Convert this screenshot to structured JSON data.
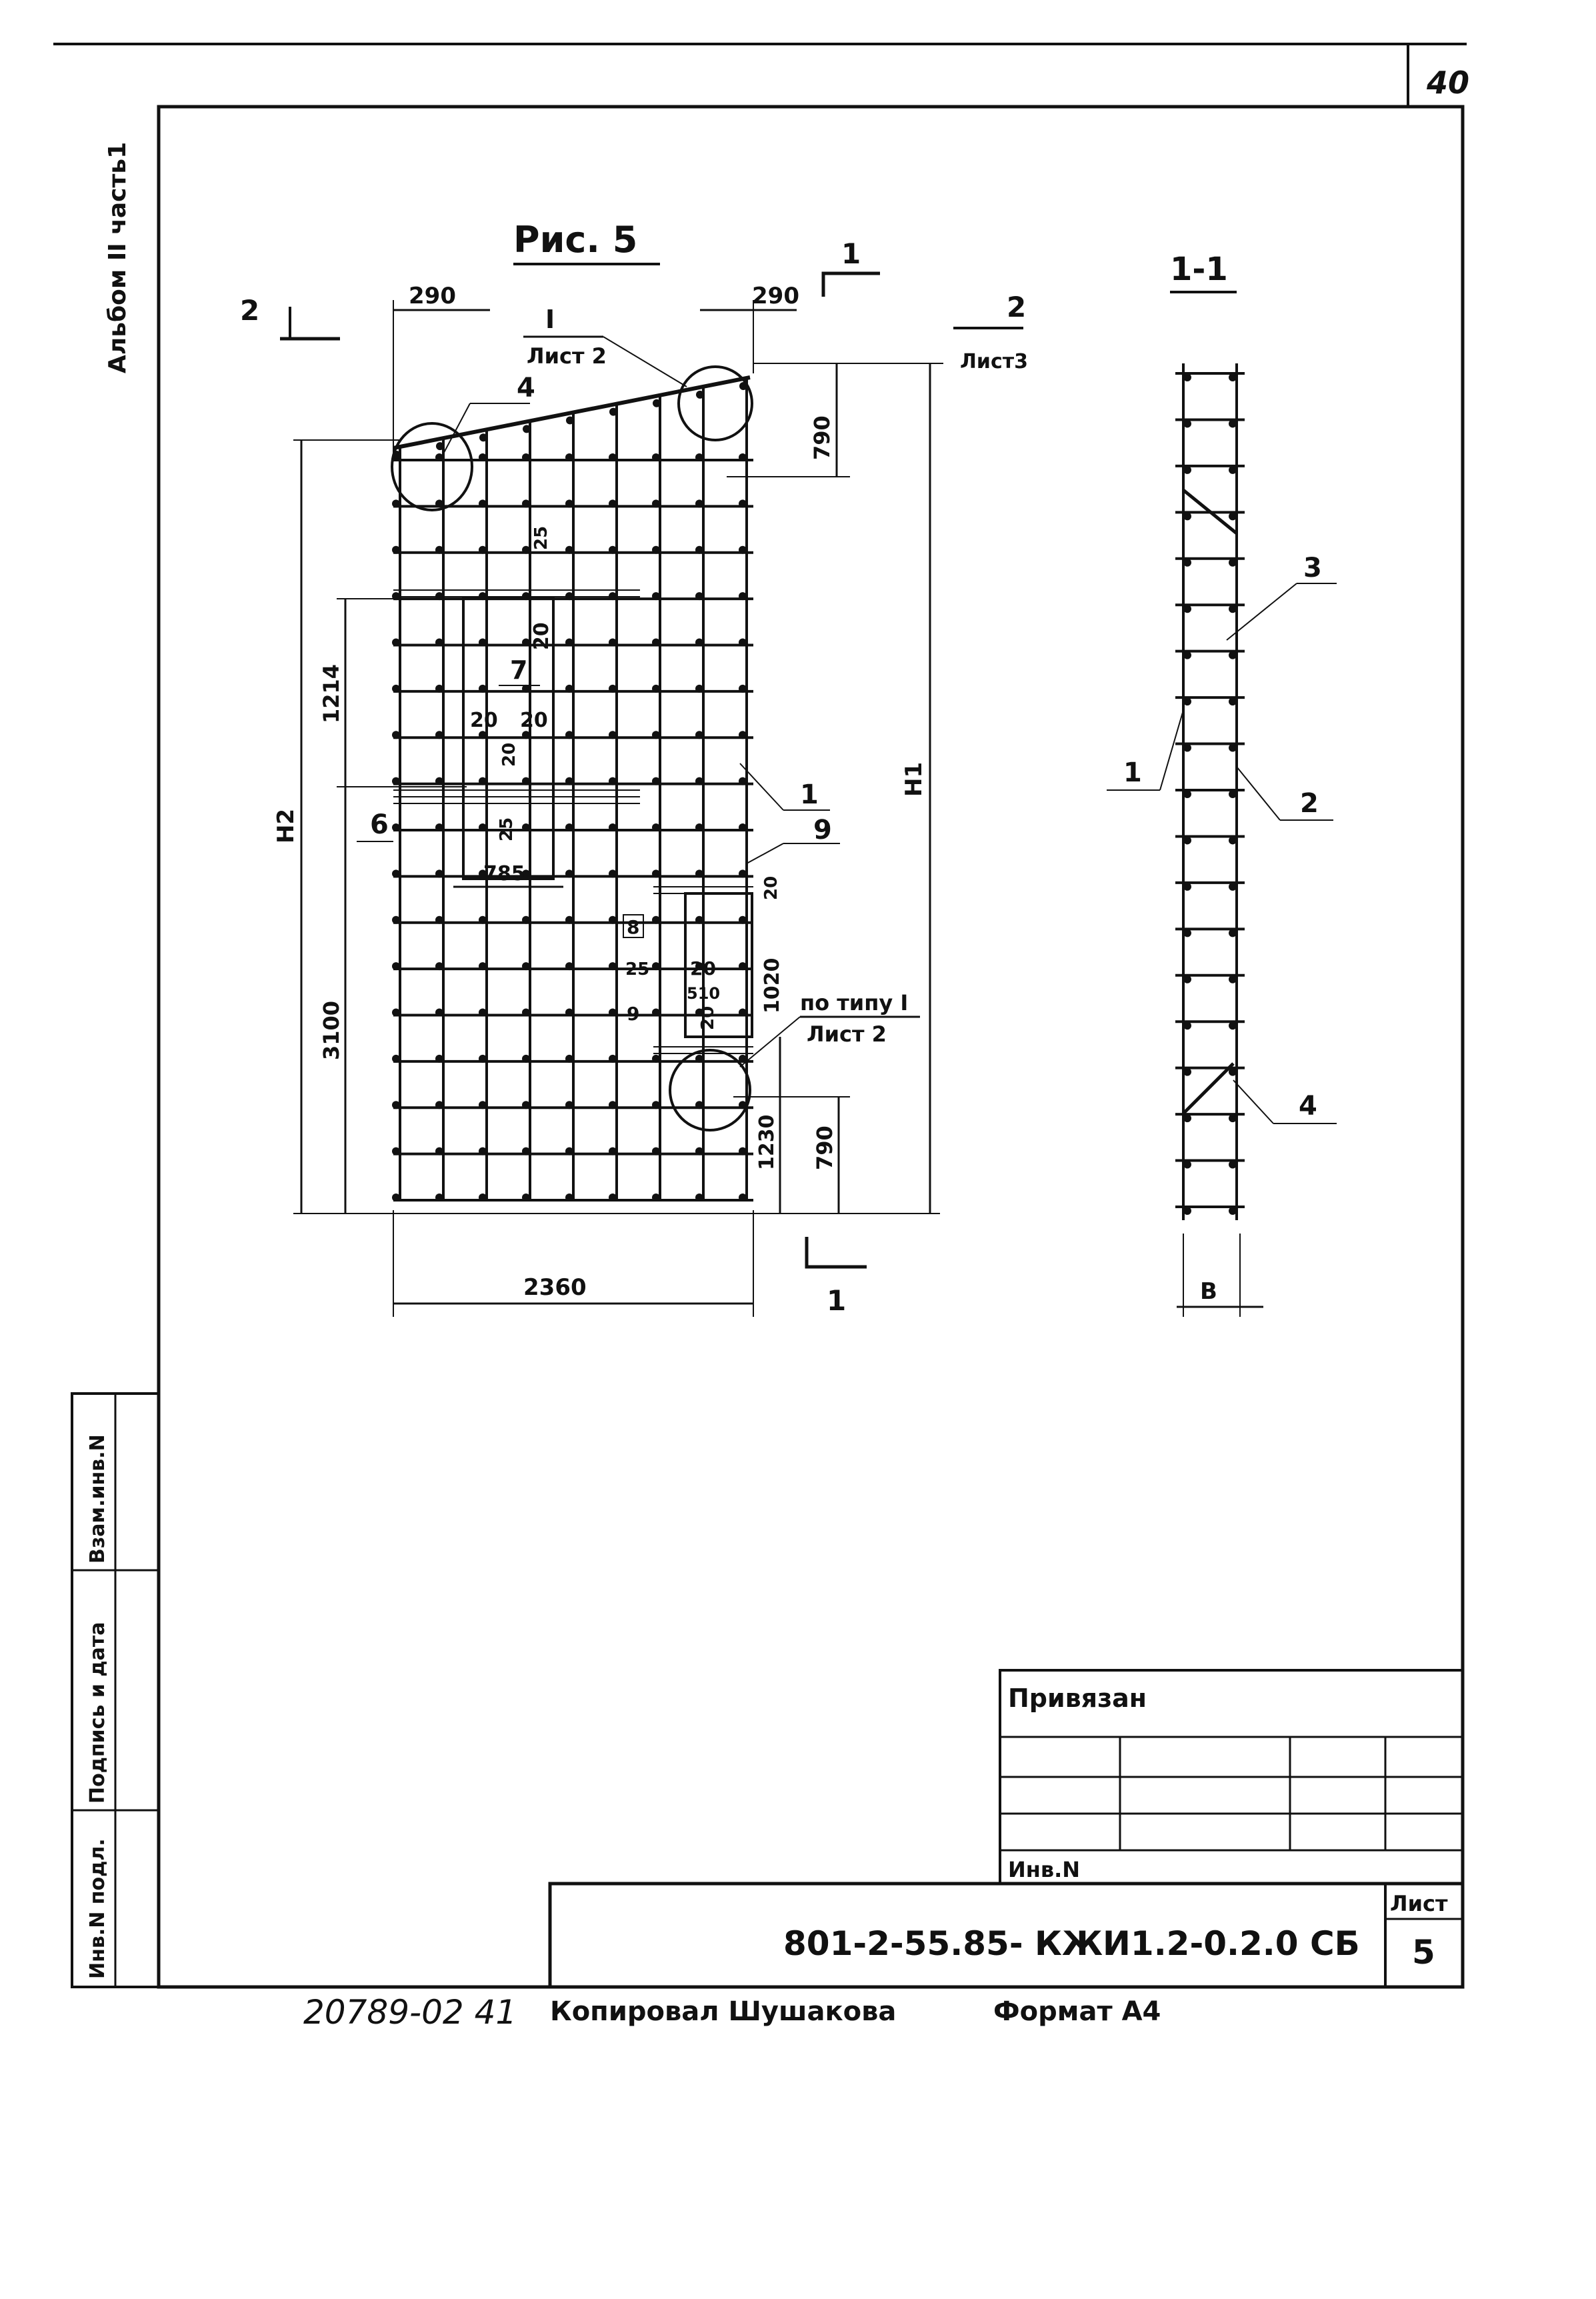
{
  "page_number": "40",
  "side_stamp": {
    "album": "Альбом II часть1",
    "inv_podl": "Инв.N подл.",
    "podpis_data": "Подпись и дата",
    "vzam_inv": "Взам.инв.N"
  },
  "figure": {
    "title": "Рис. 5",
    "section_label": "1-1",
    "view_marks": [
      "1",
      "1",
      "2",
      "2"
    ],
    "callouts": {
      "node_I": "I",
      "sheet2": "Лист 2",
      "sheet3": "Лист3",
      "node_type": "по типу I",
      "node_type_sheet": "Лист 2"
    },
    "dimensions": {
      "top_left_290": "290",
      "top_right_290": "290",
      "d790_top": "790",
      "d1214": "1214",
      "d25_a": "25",
      "d20_a": "20",
      "d20_b": "20",
      "d20_c": "20",
      "d20_d": "20",
      "d25_b": "25",
      "d785": "785",
      "d20_e": "20",
      "d1020": "1020",
      "d25_c": "25",
      "d20_f": "20",
      "d510": "510",
      "d20_g": "20",
      "d3100": "3100",
      "d1230": "1230",
      "d790_bot": "790",
      "d2360": "2360",
      "H1": "H1",
      "H2": "H2",
      "B": "B"
    },
    "positions": {
      "p1": "1",
      "p4": "4",
      "p6": "6",
      "p7": "7",
      "p8": "8",
      "p9a": "9",
      "p9b": "9",
      "s1": "1",
      "s2": "2",
      "s3": "3",
      "s4": "4"
    }
  },
  "title_block": {
    "privyazan": "Привязан",
    "inv_no": "Инв.N",
    "designation": "801-2-55.85- КЖИ1.2-0.2.0 СБ",
    "sheet_label": "Лист",
    "sheet_number": "5"
  },
  "footer": {
    "handwritten_no": "20789-02 41",
    "copied": "Копировал Шушакова",
    "format": "Формат А4"
  }
}
